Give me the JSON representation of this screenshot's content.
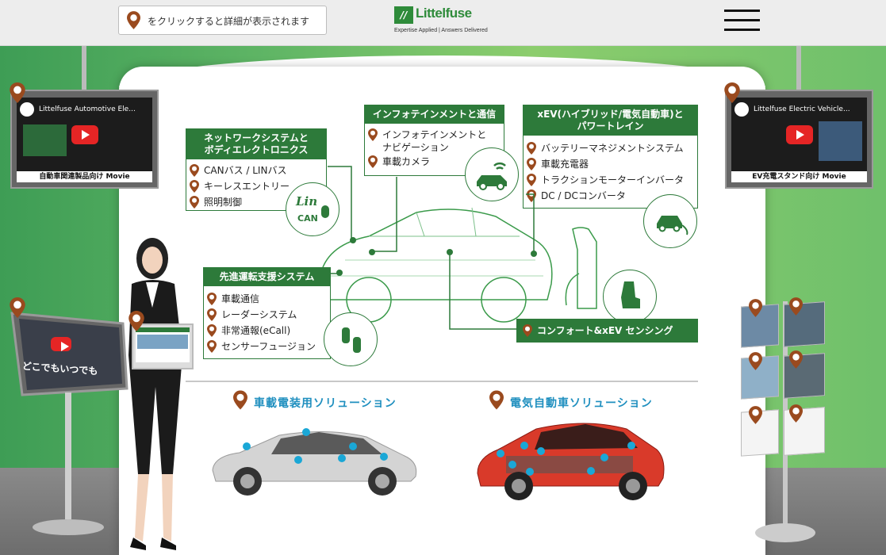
{
  "header": {
    "hint_text": "をクリックすると詳細が表示されます",
    "logo_name": "Littelfuse",
    "logo_tagline": "Expertise Applied | Answers Delivered"
  },
  "videos": {
    "left": {
      "title": "Littelfuse Automotive Ele...",
      "caption": "自動車関連製品向け Movie"
    },
    "right": {
      "title": "Littelfuse Electric Vehicle...",
      "caption": "EV充電スタンド向け Movie"
    }
  },
  "kiosk_screen_text": "どこでもいつでも",
  "boxes": {
    "network": {
      "title_line1": "ネットワークシステムと",
      "title_line2": "ボディエレクトロニクス",
      "items": [
        "CANバス / LINバス",
        "キーレスエントリー",
        "照明制御"
      ]
    },
    "infotainment": {
      "title": "インフォテインメントと通信",
      "items": [
        "インフォテインメントと",
        "ナビゲーション",
        "車載カメラ"
      ]
    },
    "xev": {
      "title_line1": "xEV(ハイブリッド/電気自動車)と",
      "title_line2": "パワートレイン",
      "items": [
        "バッテリーマネジメントシステム",
        "車載充電器",
        "トラクションモーターインバータ",
        "DC / DCコンバータ"
      ]
    },
    "adas": {
      "title": "先進運転支援システム",
      "items": [
        "車載通信",
        "レーダーシステム",
        "非常通報(eCall)",
        "センサーフュージョン"
      ]
    },
    "comfort": {
      "title": "コンフォート&xEV センシング"
    }
  },
  "icons": {
    "lin": "Lin",
    "can": "CAN"
  },
  "sections": {
    "automotive": "車載電装用ソリューション",
    "ev": "電気自動車ソリューション"
  },
  "colors": {
    "brand_green": "#2d7a3a",
    "pin_brown": "#9a4a1e",
    "hotspot_blue": "#1aa7d6"
  }
}
